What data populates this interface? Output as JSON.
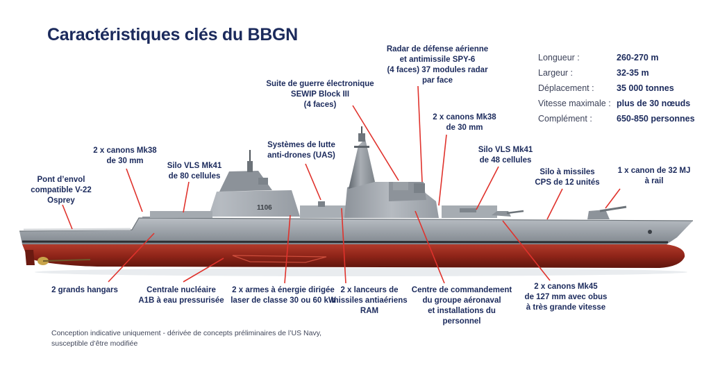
{
  "title": "Caractéristiques clés du BBGN",
  "specs": [
    {
      "label": "Longueur :",
      "value": "260-270 m"
    },
    {
      "label": "Largeur :",
      "value": "32-35 m"
    },
    {
      "label": "Déplacement :",
      "value": "35 000 tonnes"
    },
    {
      "label": "Vitesse maximale :",
      "value": "plus de 30 nœuds"
    },
    {
      "label": "Complément :",
      "value": "650-850 personnes"
    }
  ],
  "callouts": {
    "radar": "Radar de défense aérienne\net antimissile SPY-6\n(4 faces) 37 modules radar\npar face",
    "sewip": "Suite de guerre électronique\nSEWIP Block III\n(4 faces)",
    "mk38_fwd": "2 x canons Mk38\nde 30 mm",
    "mk38_aft": "2 x canons Mk38\nde 30 mm",
    "uas": "Systèmes de lutte\nanti-drones (UAS)",
    "vls80": "Silo VLS Mk41\nde 80 cellules",
    "vls48": "Silo VLS Mk41\nde 48 cellules",
    "cps": "Silo à missiles\nCPS de 12 unités",
    "railgun": "1 x canon de 32 MJ\nà rail",
    "flightdeck": "Pont d’envol\ncompatible V-22\nOsprey",
    "hangars": "2 grands hangars",
    "reactor": "Centrale nucléaire\nA1B à eau pressurisée",
    "laser": "2 x armes à énergie dirigée\nlaser de classe 30 ou 60 kW",
    "ram": "2 x lanceurs de\nmissiles antiaériens\nRAM",
    "command": "Centre de commandement\ndu groupe aéronaval\net installations du personnel",
    "mk45": "2 x canons Mk45\nde 127 mm avec obus\nà très grande vitesse"
  },
  "hull_number": "1106",
  "footnote": "Conception indicative uniquement - dérivée de concepts préliminaires de l’US Navy,\nsusceptible d’être modifiée",
  "colors": {
    "title": "#1b2a5c",
    "pointer": "#e0322c",
    "hull_grey": "#9aa0a6",
    "hull_red": "#9b2a1f"
  }
}
